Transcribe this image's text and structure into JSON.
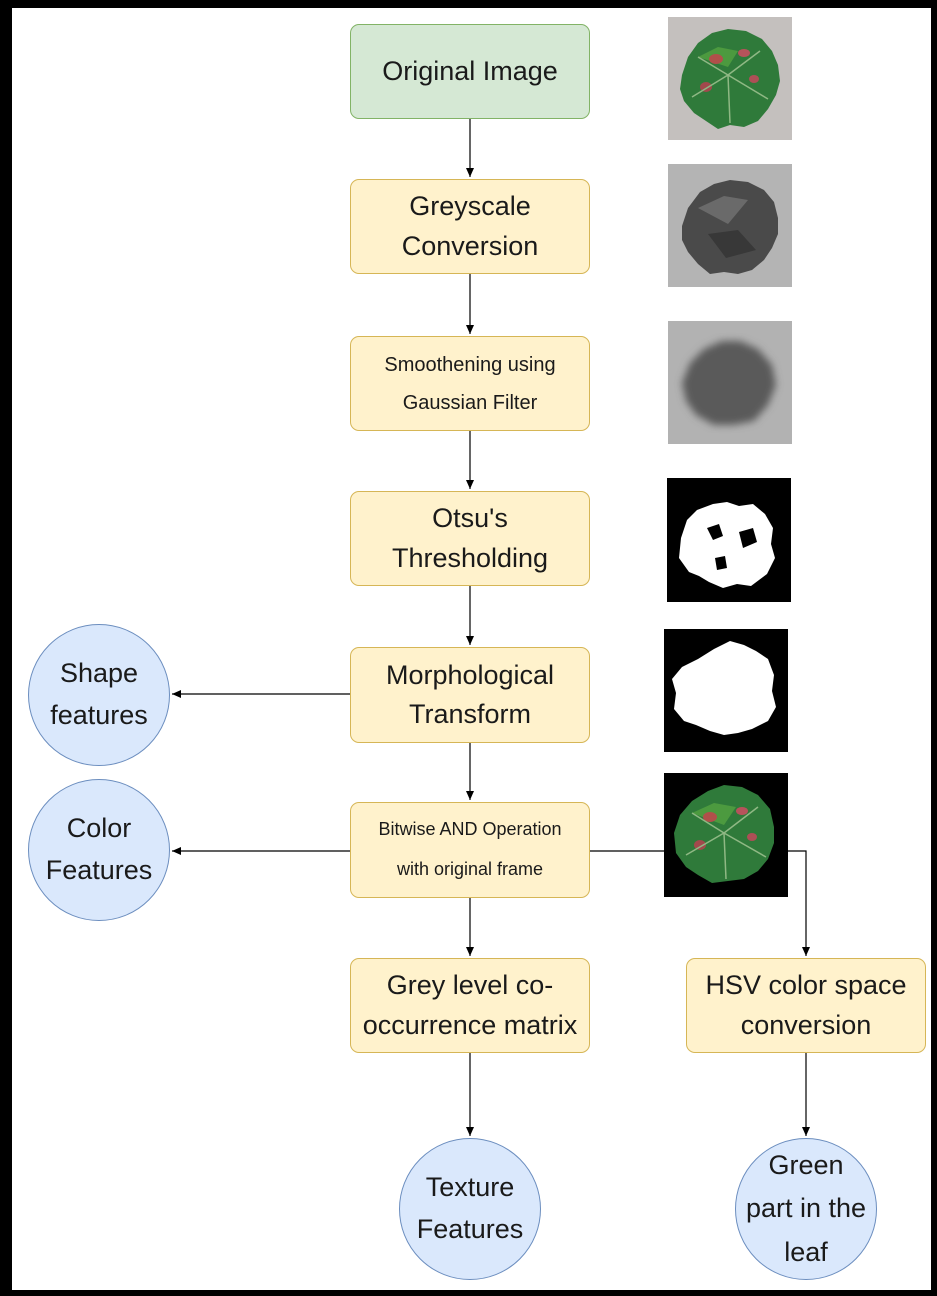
{
  "pipeline": {
    "original_image": "Original Image",
    "greyscale": "Greyscale\nConversion",
    "smoothing": "Smoothening using\nGaussian Filter",
    "otsu": "Otsu's\nThresholding",
    "morph": "Morphological\nTransform",
    "bitwise": "Bitwise AND Operation\nwith original frame",
    "glcm": "Grey level co-\noccurrence matrix",
    "hsv": "HSV color space\nconversion"
  },
  "outputs": {
    "shape": "Shape\nfeatures",
    "color": "Color\nFeatures",
    "texture": "Texture\nFeatures",
    "green": "Green\npart in the\nleaf"
  },
  "colors": {
    "process_fill": "#fff2cc",
    "process_stroke": "#d6b656",
    "start_fill": "#d5e8d4",
    "start_stroke": "#82b366",
    "output_fill": "#dae8fc",
    "output_stroke": "#6c8ebf"
  },
  "thumbnails": [
    "original-leaf-photo",
    "greyscale-leaf",
    "blurred-leaf",
    "otsu-binary-mask",
    "morphological-mask",
    "masked-color-leaf"
  ]
}
